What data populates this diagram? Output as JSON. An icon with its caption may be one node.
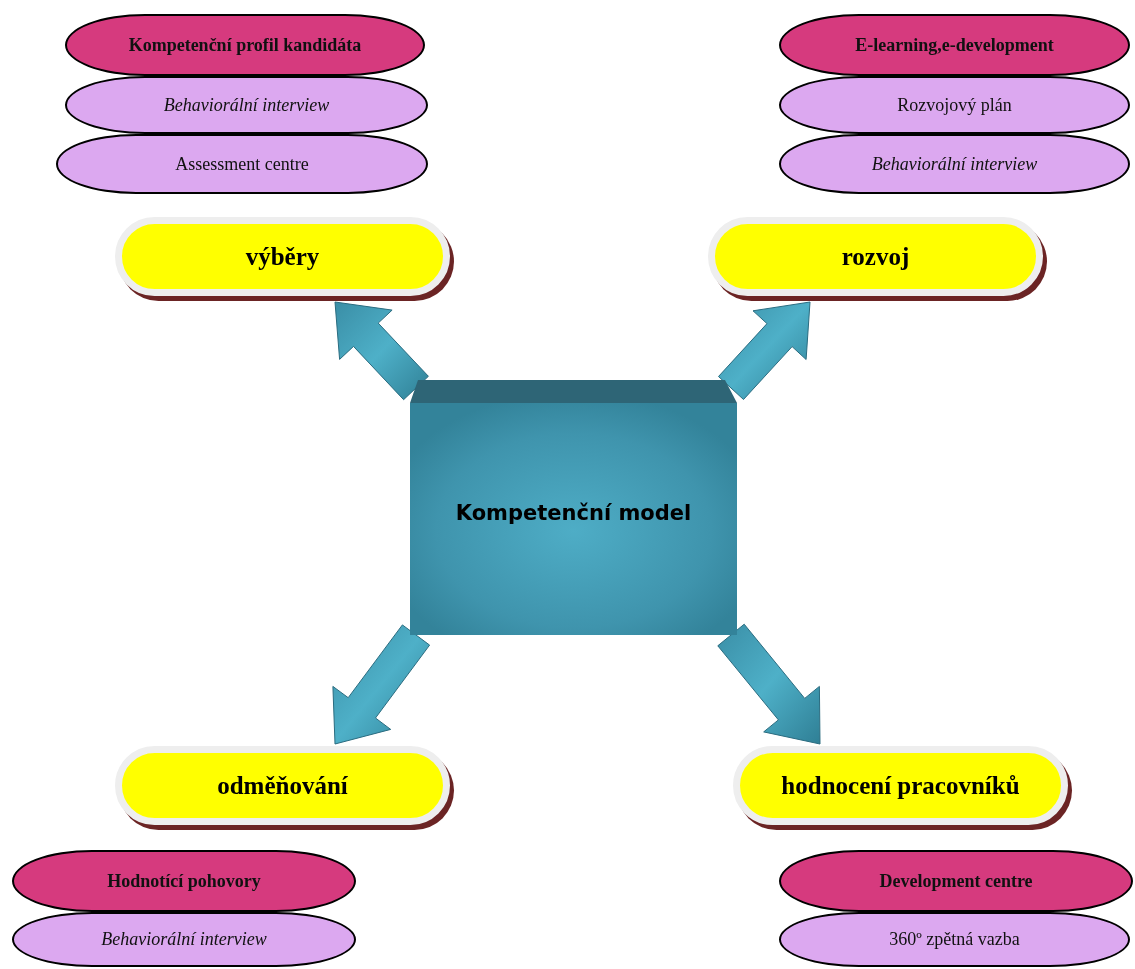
{
  "diagram": {
    "nodes": [
      {
        "text": [
          "Kompetenční profil kandidáta"
        ]
      },
      {
        "text": [
          "Behaviorální interview"
        ]
      },
      {
        "text": [
          "Assessment centre"
        ]
      },
      {
        "text": [
          "E-learning,e-development"
        ]
      },
      {
        "text": [
          "Rozvojový plán"
        ]
      },
      {
        "text": [
          "Behaviorální interview"
        ]
      },
      {
        "text": [
          "výběry"
        ]
      },
      {
        "text": [
          "rozvoj"
        ]
      },
      {
        "text": [
          "Kompetenční model"
        ]
      },
      {
        "text": [
          "odměňování"
        ]
      },
      {
        "text": [
          "hodnocení pracovníků"
        ]
      },
      {
        "text": [
          "Hodnotící pohovory"
        ]
      },
      {
        "text": [
          "Behaviorální interview"
        ]
      },
      {
        "text": [
          "Development centre"
        ]
      },
      {
        "text": [
          "360º zpětná vazba"
        ]
      }
    ],
    "edges": [
      {
        "from": 8,
        "to": 6,
        "arrow": "to"
      },
      {
        "from": 8,
        "to": 7,
        "arrow": "to"
      },
      {
        "from": 8,
        "to": 9,
        "arrow": "to"
      },
      {
        "from": 8,
        "to": 10,
        "arrow": "to"
      }
    ]
  }
}
